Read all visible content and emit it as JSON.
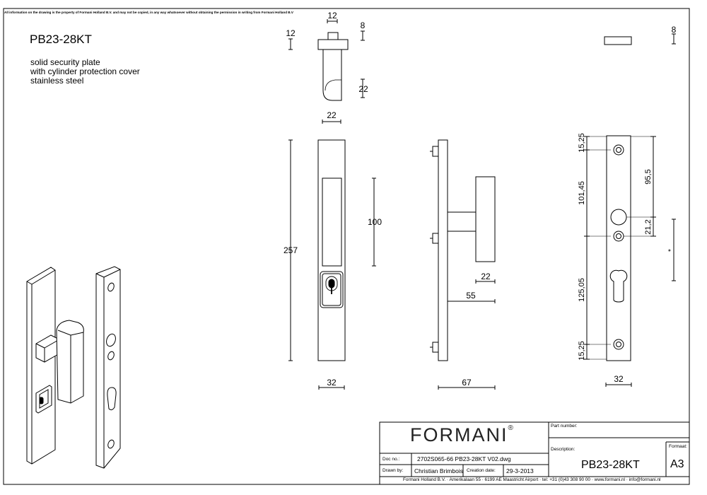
{
  "disclaimer": "All information on the drawing is the property of Formani Holland B.V. and may not be copied, in any way whatsoever without obtaining the permission in writing from Formani Holland B.V",
  "product_code": "PB23-28KT",
  "description_lines": [
    "solid security plate",
    "with cylinder protection cover",
    "stainless steel"
  ],
  "dimensions": {
    "cap_width": "12",
    "cap_height": "12",
    "knob_depth_top": "8",
    "knob_depth_side": "22",
    "knob_width": "22",
    "plate_length": "257",
    "window_height": "100",
    "front_width": "32",
    "handle_thickness": "22",
    "projection": "55",
    "total_depth": "67",
    "plate_thickness": "8",
    "hole_top": "15,25",
    "hole_spacing_upper": "101,45",
    "hole_to_cylinder": "125,05",
    "hole_bottom": "15,25",
    "upper_distance": "95,5",
    "cam_offset": "21,2",
    "backset_mark": "*",
    "back_width": "32"
  },
  "title_block": {
    "brand": "FORMANI",
    "registered": "®",
    "part_number_label": "Part number:",
    "description_label": "Description:",
    "description_value": "PB23-28KT",
    "format_label": "Formaat:",
    "format_value": "A3",
    "doc_no_label": "Doc no.:",
    "doc_no_value": "2702S065-66 PB23-28KT V02.dwg",
    "drawn_by_label": "Drawn by:",
    "drawn_by_value": "Christian Brimbois",
    "creation_date_label": "Creation date:",
    "creation_date_value": "29-3-2013",
    "footer": "Formani Holland B.V. · Amerikalaan 55 · 6199 AE Maastricht Airport · tel: +31 (0)43 308 90 00 · www.formani.nl · info@formani.nl"
  }
}
